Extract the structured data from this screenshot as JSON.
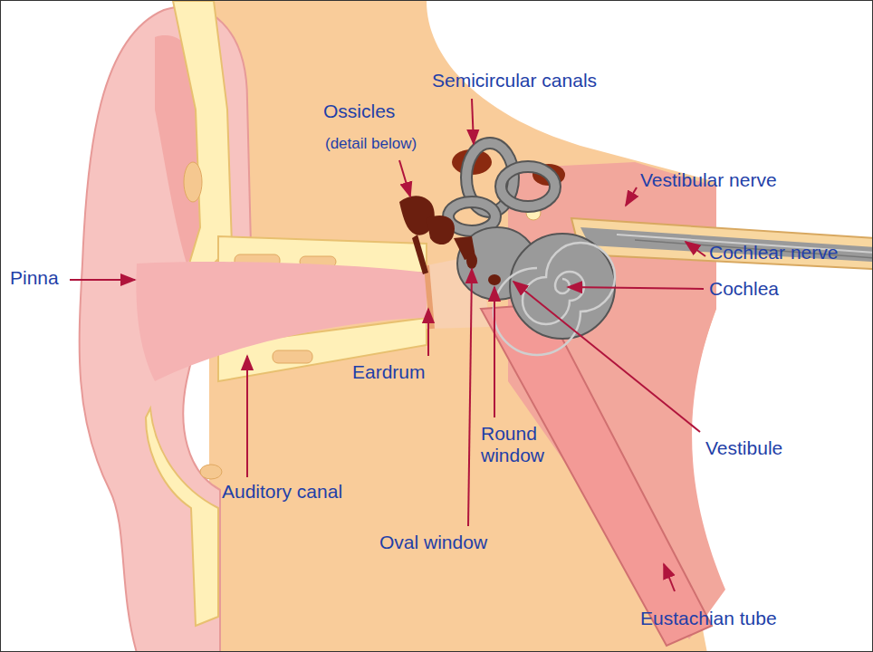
{
  "diagram": {
    "labels": [
      "Semicircular canals",
      "Ossicles",
      "(detail below)",
      "Vestibular nerve",
      "Pinna",
      "Cochlear nerve",
      "Cochlea",
      "Eardrum",
      "Round window",
      "Vestibule",
      "Auditory canal",
      "Oval window",
      "Eustachian tube"
    ]
  }
}
